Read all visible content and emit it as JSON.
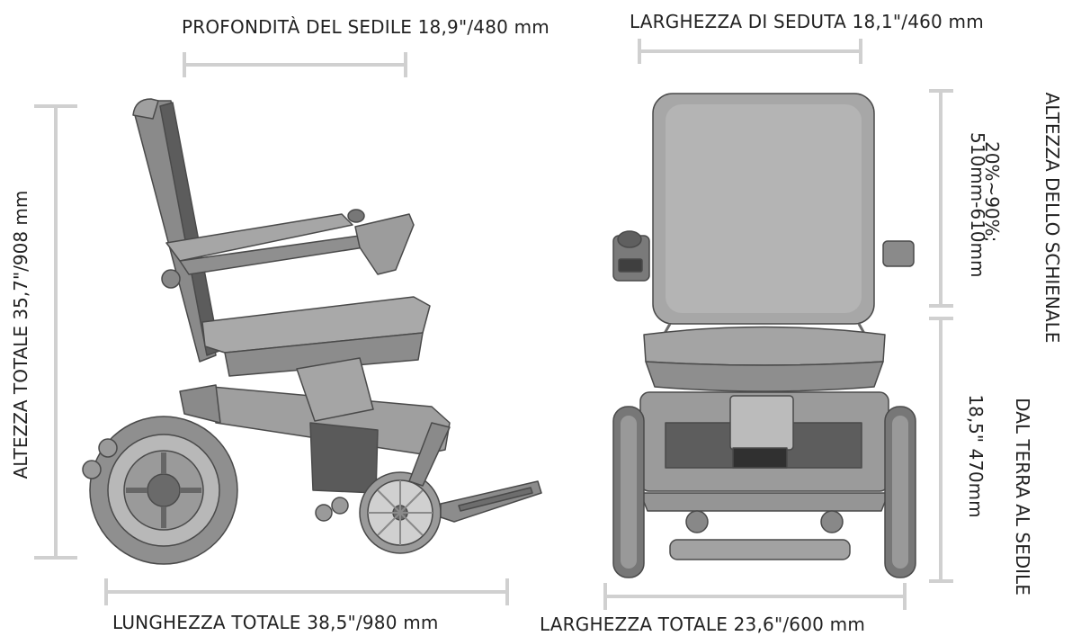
{
  "dimensions": {
    "seat_depth": "PROFONDITÀ DEL SEDILE 18,9\"/480 mm",
    "seat_width": "LARGHEZZA DI SEDUTA 18,1\"/460 mm",
    "total_height": "ALTEZZA TOTALE 35,7\"/908 mm",
    "total_length": "LUNGHEZZA TOTALE 38,5\"/980 mm",
    "total_width": "LARGHEZZA TOTALE 23,6\"/600 mm",
    "backrest_height_line1": "ALTEZZA DELLO SCHIENALE",
    "backrest_height_line2": "20%~90%;",
    "backrest_height_line3": "510mm-610mm",
    "seat_height_line1": "DAL TERRA AL SEDILE",
    "seat_height_line2": "18,5\" 470mm"
  },
  "colors": {
    "dimension_line": "#d0d0d0",
    "body": "#9a9a9a",
    "body_dark": "#5c5c5c",
    "body_light": "#bdbdbd"
  }
}
